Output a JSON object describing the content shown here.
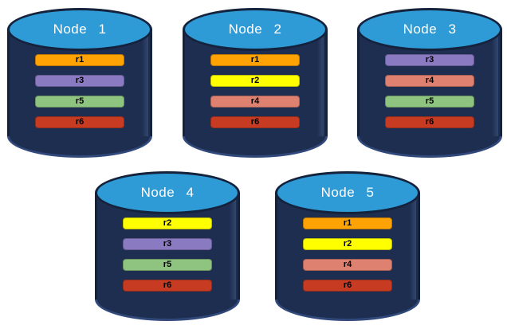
{
  "diagram": {
    "background_color": "#FFFFFF",
    "node_body_color": "#1E2E50",
    "node_top_color": "#2E9AD6",
    "outline_color": "#15223C",
    "bottom_edge_color": "#31497A",
    "title_color": "#FFFFFF",
    "replica_colors": {
      "r1": "#FFA203",
      "r2": "#FFFF00",
      "r3": "#8A7AC2",
      "r4": "#DE8170",
      "r5": "#8EC47F",
      "r6": "#C83B23"
    },
    "nodes": [
      {
        "label": "Node 1",
        "replicas": [
          "r1",
          "r3",
          "r5",
          "r6"
        ]
      },
      {
        "label": "Node 2",
        "replicas": [
          "r1",
          "r2",
          "r4",
          "r6"
        ]
      },
      {
        "label": "Node 3",
        "replicas": [
          "r3",
          "r4",
          "r5",
          "r6"
        ]
      },
      {
        "label": "Node 4",
        "replicas": [
          "r2",
          "r3",
          "r5",
          "r6"
        ]
      },
      {
        "label": "Node 5",
        "replicas": [
          "r1",
          "r2",
          "r4",
          "r6"
        ]
      }
    ]
  }
}
